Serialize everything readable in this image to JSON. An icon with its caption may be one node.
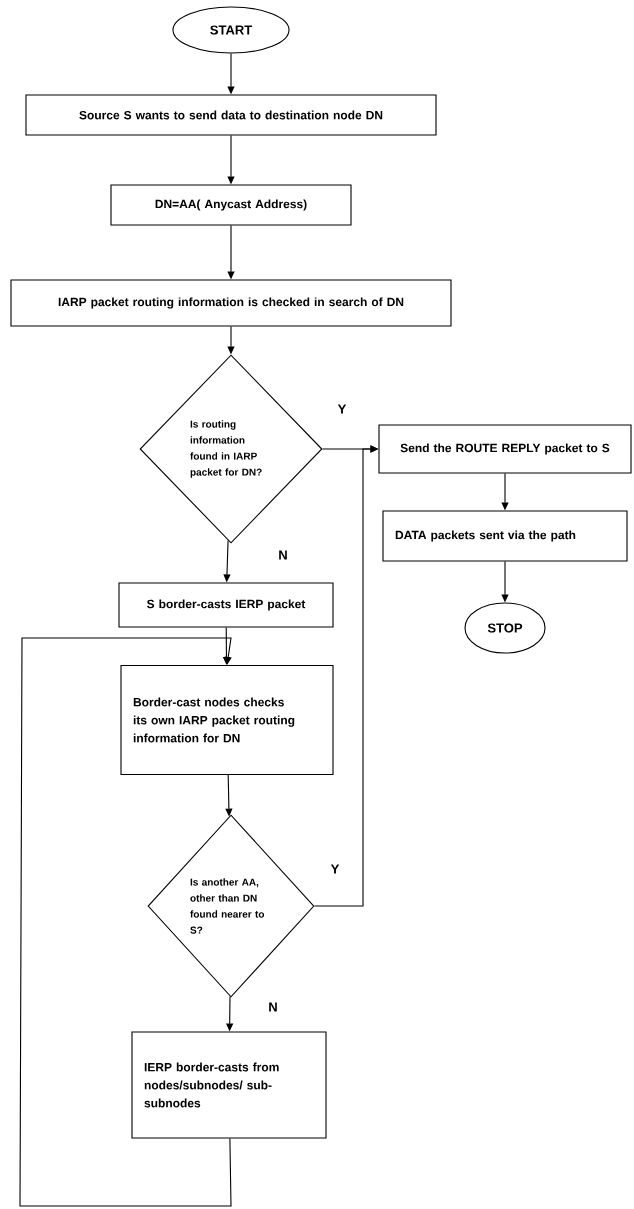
{
  "diagram": {
    "nodes": [
      {
        "text": [
          "START"
        ]
      },
      {
        "text": [
          "Source S wants to send data to destination node DN"
        ]
      },
      {
        "text": [
          "DN=AA( Anycast Address)"
        ]
      },
      {
        "text": [
          "IARP packet routing information is checked in search of DN"
        ]
      },
      {
        "text": [
          "Is routing information found in IARP packet for DN?"
        ]
      },
      {
        "text": [
          "Send the ROUTE REPLY packet to S"
        ]
      },
      {
        "text": [
          "DATA packets sent via the path"
        ]
      },
      {
        "text": [
          "STOP"
        ]
      },
      {
        "text": [
          "S border-casts IERP packet"
        ]
      },
      {
        "text": [
          "Border-cast nodes checks its own IARP packet routing information for DN"
        ]
      },
      {
        "text": [
          "Is another AA, other than DN found nearer to S?"
        ]
      },
      {
        "text": [
          "IERP border-casts from nodes/subnodes/ sub-subnodes"
        ]
      }
    ],
    "edges": [
      {
        "from": 0,
        "to": 1,
        "arrow": "to"
      },
      {
        "from": 1,
        "to": 2,
        "arrow": "to"
      },
      {
        "from": 2,
        "to": 3,
        "arrow": "to"
      },
      {
        "from": 3,
        "to": 4,
        "arrow": "to"
      },
      {
        "from": 4,
        "to": 5,
        "arrow": "to",
        "label": "Y"
      },
      {
        "from": 5,
        "to": 6,
        "arrow": "to"
      },
      {
        "from": 6,
        "to": 7,
        "arrow": "to"
      },
      {
        "from": 4,
        "to": 8,
        "arrow": "to",
        "label": "N"
      },
      {
        "from": 8,
        "to": 9,
        "arrow": "to"
      },
      {
        "from": 9,
        "to": 10,
        "arrow": "to"
      },
      {
        "from": 10,
        "to": 5,
        "arrow": "to",
        "label": "Y"
      },
      {
        "from": 10,
        "to": 11,
        "arrow": "to",
        "label": "N"
      },
      {
        "from": 11,
        "to": 9,
        "arrow": "to"
      }
    ]
  }
}
